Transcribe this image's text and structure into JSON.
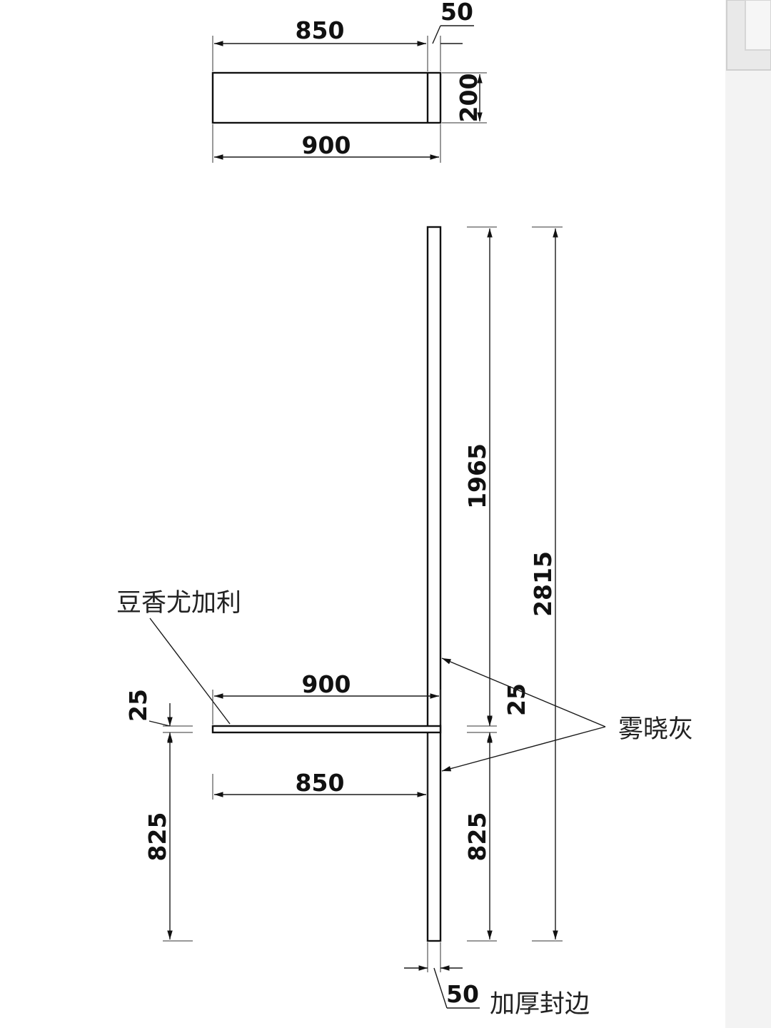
{
  "plan": {
    "dim_top": "850",
    "dim_edge": "50",
    "dim_depth": "200",
    "dim_bottom": "900"
  },
  "elevation": {
    "dim_upper": "1965",
    "dim_total": "2815",
    "dim_shelf_top": "900",
    "dim_shelf_bottom": "850",
    "dim_shelf_thick_left": "25",
    "dim_shelf_thick_right": "25",
    "dim_lower_left": "825",
    "dim_lower_right": "825",
    "dim_edge": "50"
  },
  "labels": {
    "shelf_material": "豆香尤加利",
    "panel_material": "雾晓灰",
    "edge_band": "加厚封边"
  }
}
